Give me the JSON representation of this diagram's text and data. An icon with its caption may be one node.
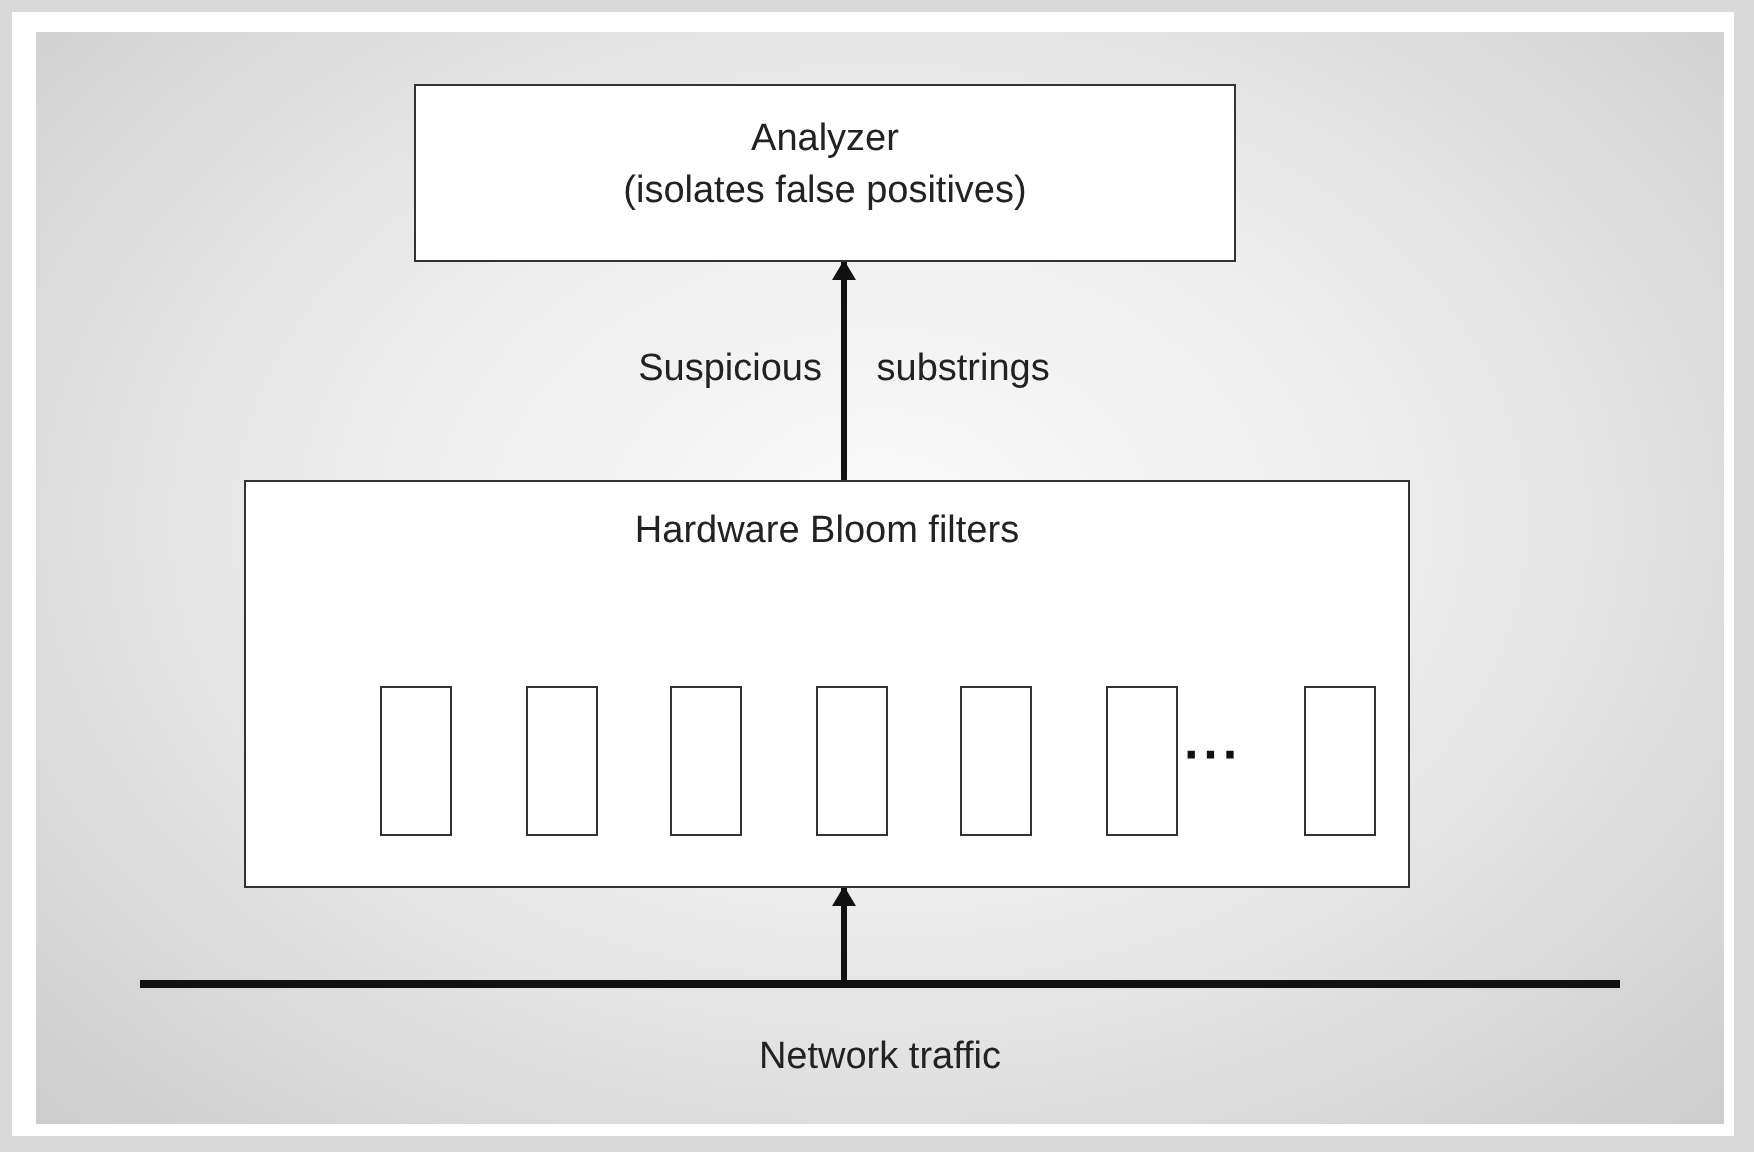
{
  "diagram": {
    "nodes": [
      {
        "text": [
          "Analyzer",
          "(isolates false positives)"
        ]
      },
      {
        "text": [
          "Hardware Bloom filters"
        ]
      },
      {
        "text": [],
        "shape": "box",
        "in": 1
      },
      {
        "text": [],
        "shape": "box",
        "in": 1
      },
      {
        "text": [],
        "shape": "box",
        "in": 1
      },
      {
        "text": [],
        "shape": "box",
        "in": 1
      },
      {
        "text": [],
        "shape": "box",
        "in": 1
      },
      {
        "text": [],
        "shape": "box",
        "in": 1
      },
      {
        "text": [],
        "shape": "box",
        "in": 1
      },
      {
        "text": [
          "Network traffic"
        ]
      }
    ],
    "edges": [
      {
        "from": 1,
        "to": 0,
        "arrow": "to",
        "label": "Suspicious substrings"
      },
      {
        "from": 9,
        "to": 1,
        "arrow": "to"
      }
    ],
    "labels": [
      "···"
    ]
  }
}
